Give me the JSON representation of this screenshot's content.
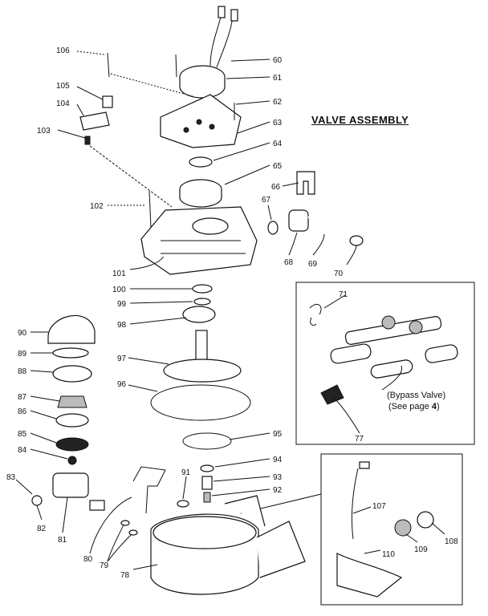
{
  "title": "VALVE ASSEMBLY",
  "bypass_note": {
    "line1": "(Bypass Valve)",
    "line2_prefix": "(See page ",
    "line2_page": "4",
    "line2_suffix": ")"
  },
  "callouts": [
    "106",
    "105",
    "104",
    "103",
    "102",
    "101",
    "100",
    "99",
    "98",
    "97",
    "96",
    "95",
    "94",
    "93",
    "92",
    "91",
    "90",
    "89",
    "88",
    "87",
    "86",
    "85",
    "84",
    "83",
    "82",
    "81",
    "80",
    "79",
    "78",
    "77",
    "71",
    "70",
    "69",
    "68",
    "67",
    "66",
    "65",
    "64",
    "63",
    "62",
    "61",
    "60",
    "107",
    "108",
    "109",
    "110"
  ]
}
